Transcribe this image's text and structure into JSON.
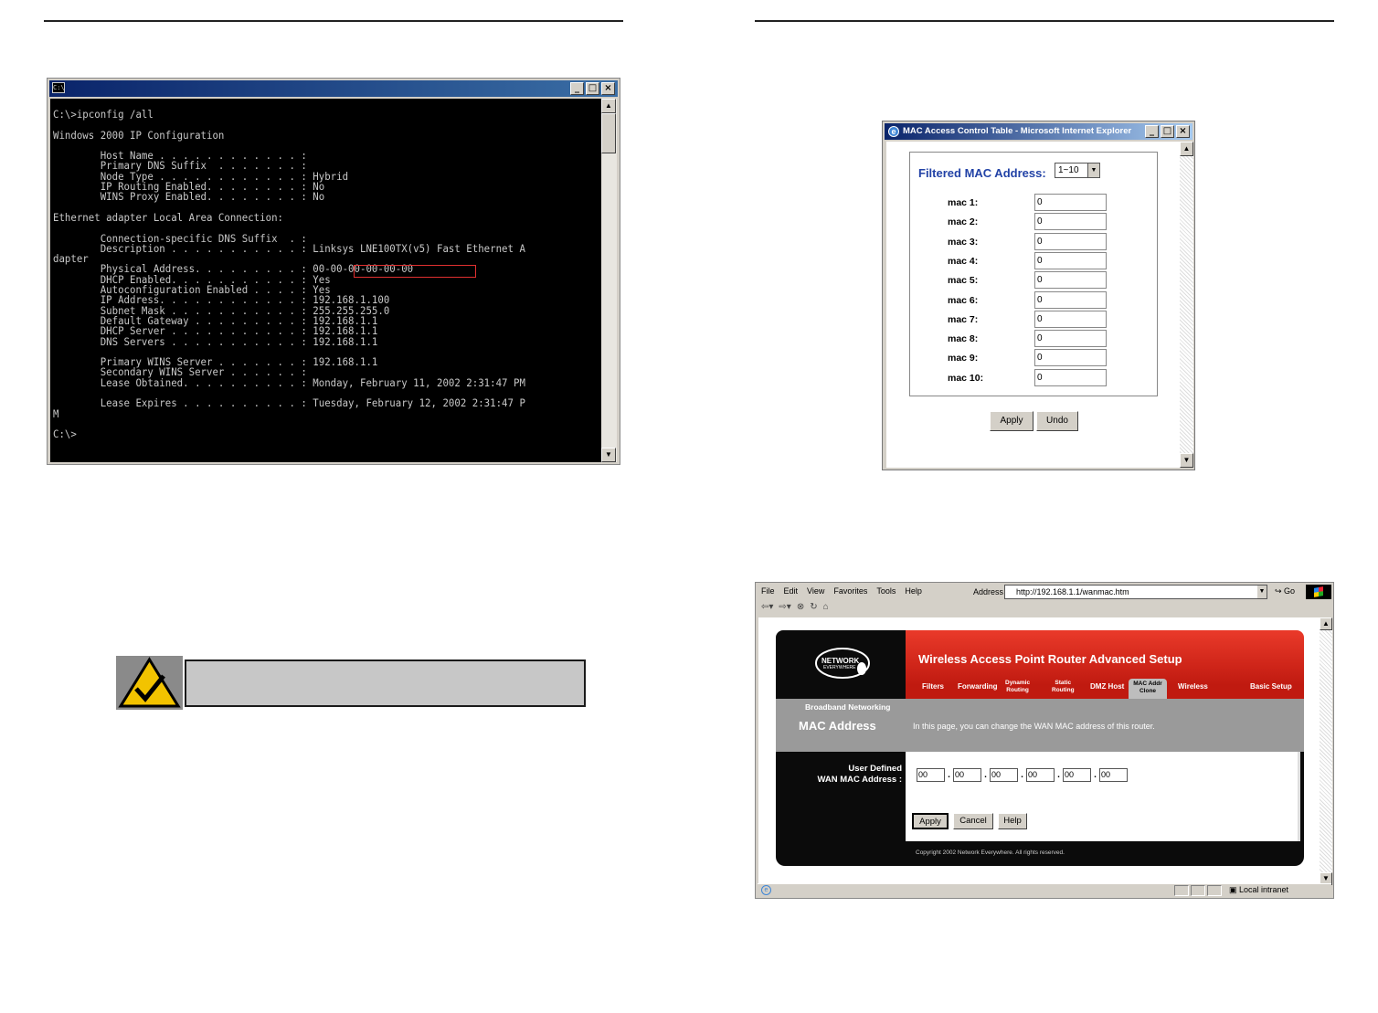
{
  "cmd": {
    "lines": [
      "C:\\>ipconfig /all",
      "",
      "Windows 2000 IP Configuration",
      "",
      "        Host Name . . . . . . . . . . . . :",
      "        Primary DNS Suffix  . . . . . . . :",
      "        Node Type . . . . . . . . . . . . : Hybrid",
      "        IP Routing Enabled. . . . . . . . : No",
      "        WINS Proxy Enabled. . . . . . . . : No",
      "",
      "Ethernet adapter Local Area Connection:",
      "",
      "        Connection-specific DNS Suffix  . :",
      "        Description . . . . . . . . . . . : Linksys LNE100TX(v5) Fast Ethernet A",
      "dapter",
      "        Physical Address. . . . . . . . . : 00-00-00-00-00-00",
      "        DHCP Enabled. . . . . . . . . . . : Yes",
      "        Autoconfiguration Enabled . . . . : Yes",
      "        IP Address. . . . . . . . . . . . : 192.168.1.100",
      "        Subnet Mask . . . . . . . . . . . : 255.255.255.0",
      "        Default Gateway . . . . . . . . . : 192.168.1.1",
      "        DHCP Server . . . . . . . . . . . : 192.168.1.1",
      "        DNS Servers . . . . . . . . . . . : 192.168.1.1",
      "",
      "        Primary WINS Server . . . . . . . : 192.168.1.1",
      "        Secondary WINS Server . . . . . . :",
      "        Lease Obtained. . . . . . . . . . : Monday, February 11, 2002 2:31:47 PM",
      "",
      "        Lease Expires . . . . . . . . . . : Tuesday, February 12, 2002 2:31:47 P",
      "M",
      "",
      "C:\\>"
    ]
  },
  "mac_popup": {
    "title": "MAC Access Control Table - Microsoft Internet Explorer",
    "filter_label": "Filtered MAC Address:",
    "filter_value": "1~10",
    "rows": [
      {
        "label": "mac 1:",
        "value": "0"
      },
      {
        "label": "mac 2:",
        "value": "0"
      },
      {
        "label": "mac 3:",
        "value": "0"
      },
      {
        "label": "mac 4:",
        "value": "0"
      },
      {
        "label": "mac 5:",
        "value": "0"
      },
      {
        "label": "mac 6:",
        "value": "0"
      },
      {
        "label": "mac 7:",
        "value": "0"
      },
      {
        "label": "mac 8:",
        "value": "0"
      },
      {
        "label": "mac 9:",
        "value": "0"
      },
      {
        "label": "mac 10:",
        "value": "0"
      }
    ],
    "apply_label": "Apply",
    "undo_label": "Undo"
  },
  "browser": {
    "menu": [
      "File",
      "Edit",
      "View",
      "Favorites",
      "Tools",
      "Help"
    ],
    "address_label": "Address",
    "address_value": "http://192.168.1.1/wanmac.htm",
    "go_label": "Go",
    "zone_label": "Local intranet"
  },
  "router": {
    "logo_line1": "NETWORK",
    "logo_line2": "EVERYWHERE",
    "title": "Wireless Access Point Router Advanced Setup",
    "tabs": {
      "filters": "Filters",
      "forwarding": "Forwarding",
      "dynamic1": "Dynamic",
      "dynamic2": "Routing",
      "static1": "Static",
      "static2": "Routing",
      "dmz": "DMZ Host",
      "macclone1": "MAC Addr",
      "macclone2": "Clone",
      "wireless": "Wireless",
      "basic": "Basic Setup"
    },
    "section_label": "Broadband Networking",
    "page_title": "MAC Address",
    "description": "In this page, you can change the WAN MAC address of this router.",
    "field_label_1": "User Defined",
    "field_label_2": "WAN MAC Address :",
    "octets": [
      "00",
      "00",
      "00",
      "00",
      "00",
      "00"
    ],
    "apply_label": "Apply",
    "cancel_label": "Cancel",
    "help_label": "Help",
    "copyright": "Copyright 2002 Network Everywhere. All rights reserved."
  }
}
